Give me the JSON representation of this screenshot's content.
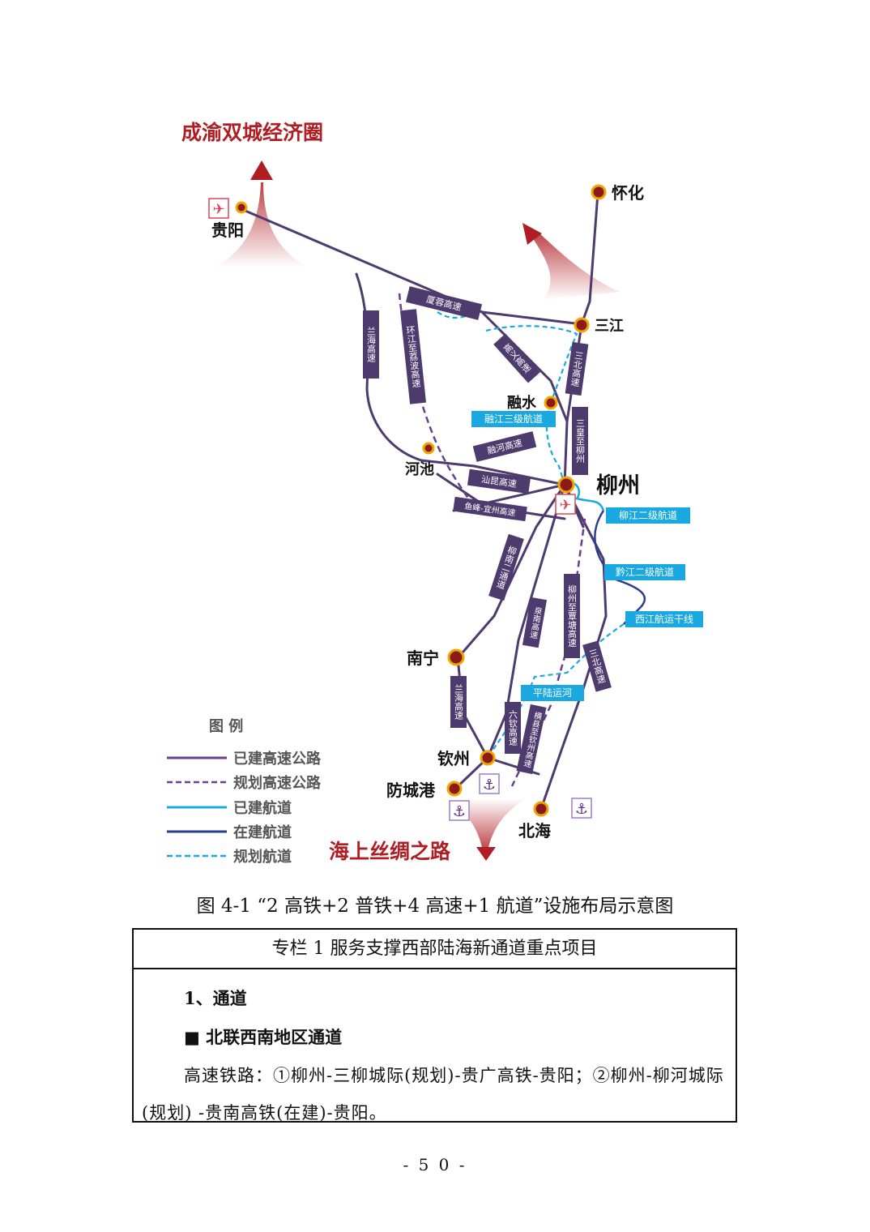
{
  "map": {
    "arrow_labels": {
      "north": "成渝双城经济圈",
      "south": "海上丝绸之路"
    },
    "cities": {
      "guiyang": "贵阳",
      "huaihua": "怀化",
      "sanjiang": "三江",
      "rongshui": "融水",
      "hechi": "河池",
      "liuzhou": "柳州",
      "nanning": "南宁",
      "qinzhou": "钦州",
      "fangchenggang": "防城港",
      "beihai": "北海"
    },
    "roads": {
      "xiarong": "厦蓉高速",
      "lanhai_n": "兰海高速",
      "huanjiang": "环江至荔波高速",
      "gaozuo": "高义高速",
      "sanbei_n": "三北高速",
      "sanhuang": "三皇至柳州",
      "rongshui_he": "融河高速",
      "shankun": "汕昆高速",
      "yufeng": "鱼峰-宜州高速",
      "liunan": "柳南二通道",
      "quannan": "泉南高速",
      "liuzhou_cen": "柳州至覃塘高速",
      "sanbei_s": "三北高速",
      "lanhai_s": "兰海高速",
      "liuqin": "六钦高速",
      "yuqin": "横县至钦州高速"
    },
    "waterways": {
      "rongjiang": "融江三级航道",
      "liujiang": "柳江二级航道",
      "qianjiang": "黔江二级航道",
      "xijiang": "西江航运干线",
      "pinglu": "平陆运河"
    },
    "legend": {
      "title": "图 例",
      "items": [
        "已建高速公路",
        "规划高速公路",
        "已建航道",
        "在建航道",
        "规划航道"
      ]
    },
    "colors": {
      "built_road": "#4e3b6e",
      "planned_road": "#6a3d8f",
      "built_water": "#19a8df",
      "construction_water": "#2a3f8c",
      "arrow": "#b01e24",
      "city_dot": "#f0a500"
    }
  },
  "figure": {
    "caption": "图 4-1    “2 高铁+2 普铁+4 高速+1 航道”设施布局示意图"
  },
  "box": {
    "header": "专栏 1    服务支撑西部陆海新通道重点项目",
    "section": "1、通道",
    "subsection": "■   北联西南地区通道",
    "paragraph": "高速铁路：①柳州-三柳城际(规划)-贵广高铁-贵阳；②柳州-柳河城际(规划) -贵南高铁(在建)-贵阳。"
  },
  "page_number": "- 5 0 -"
}
